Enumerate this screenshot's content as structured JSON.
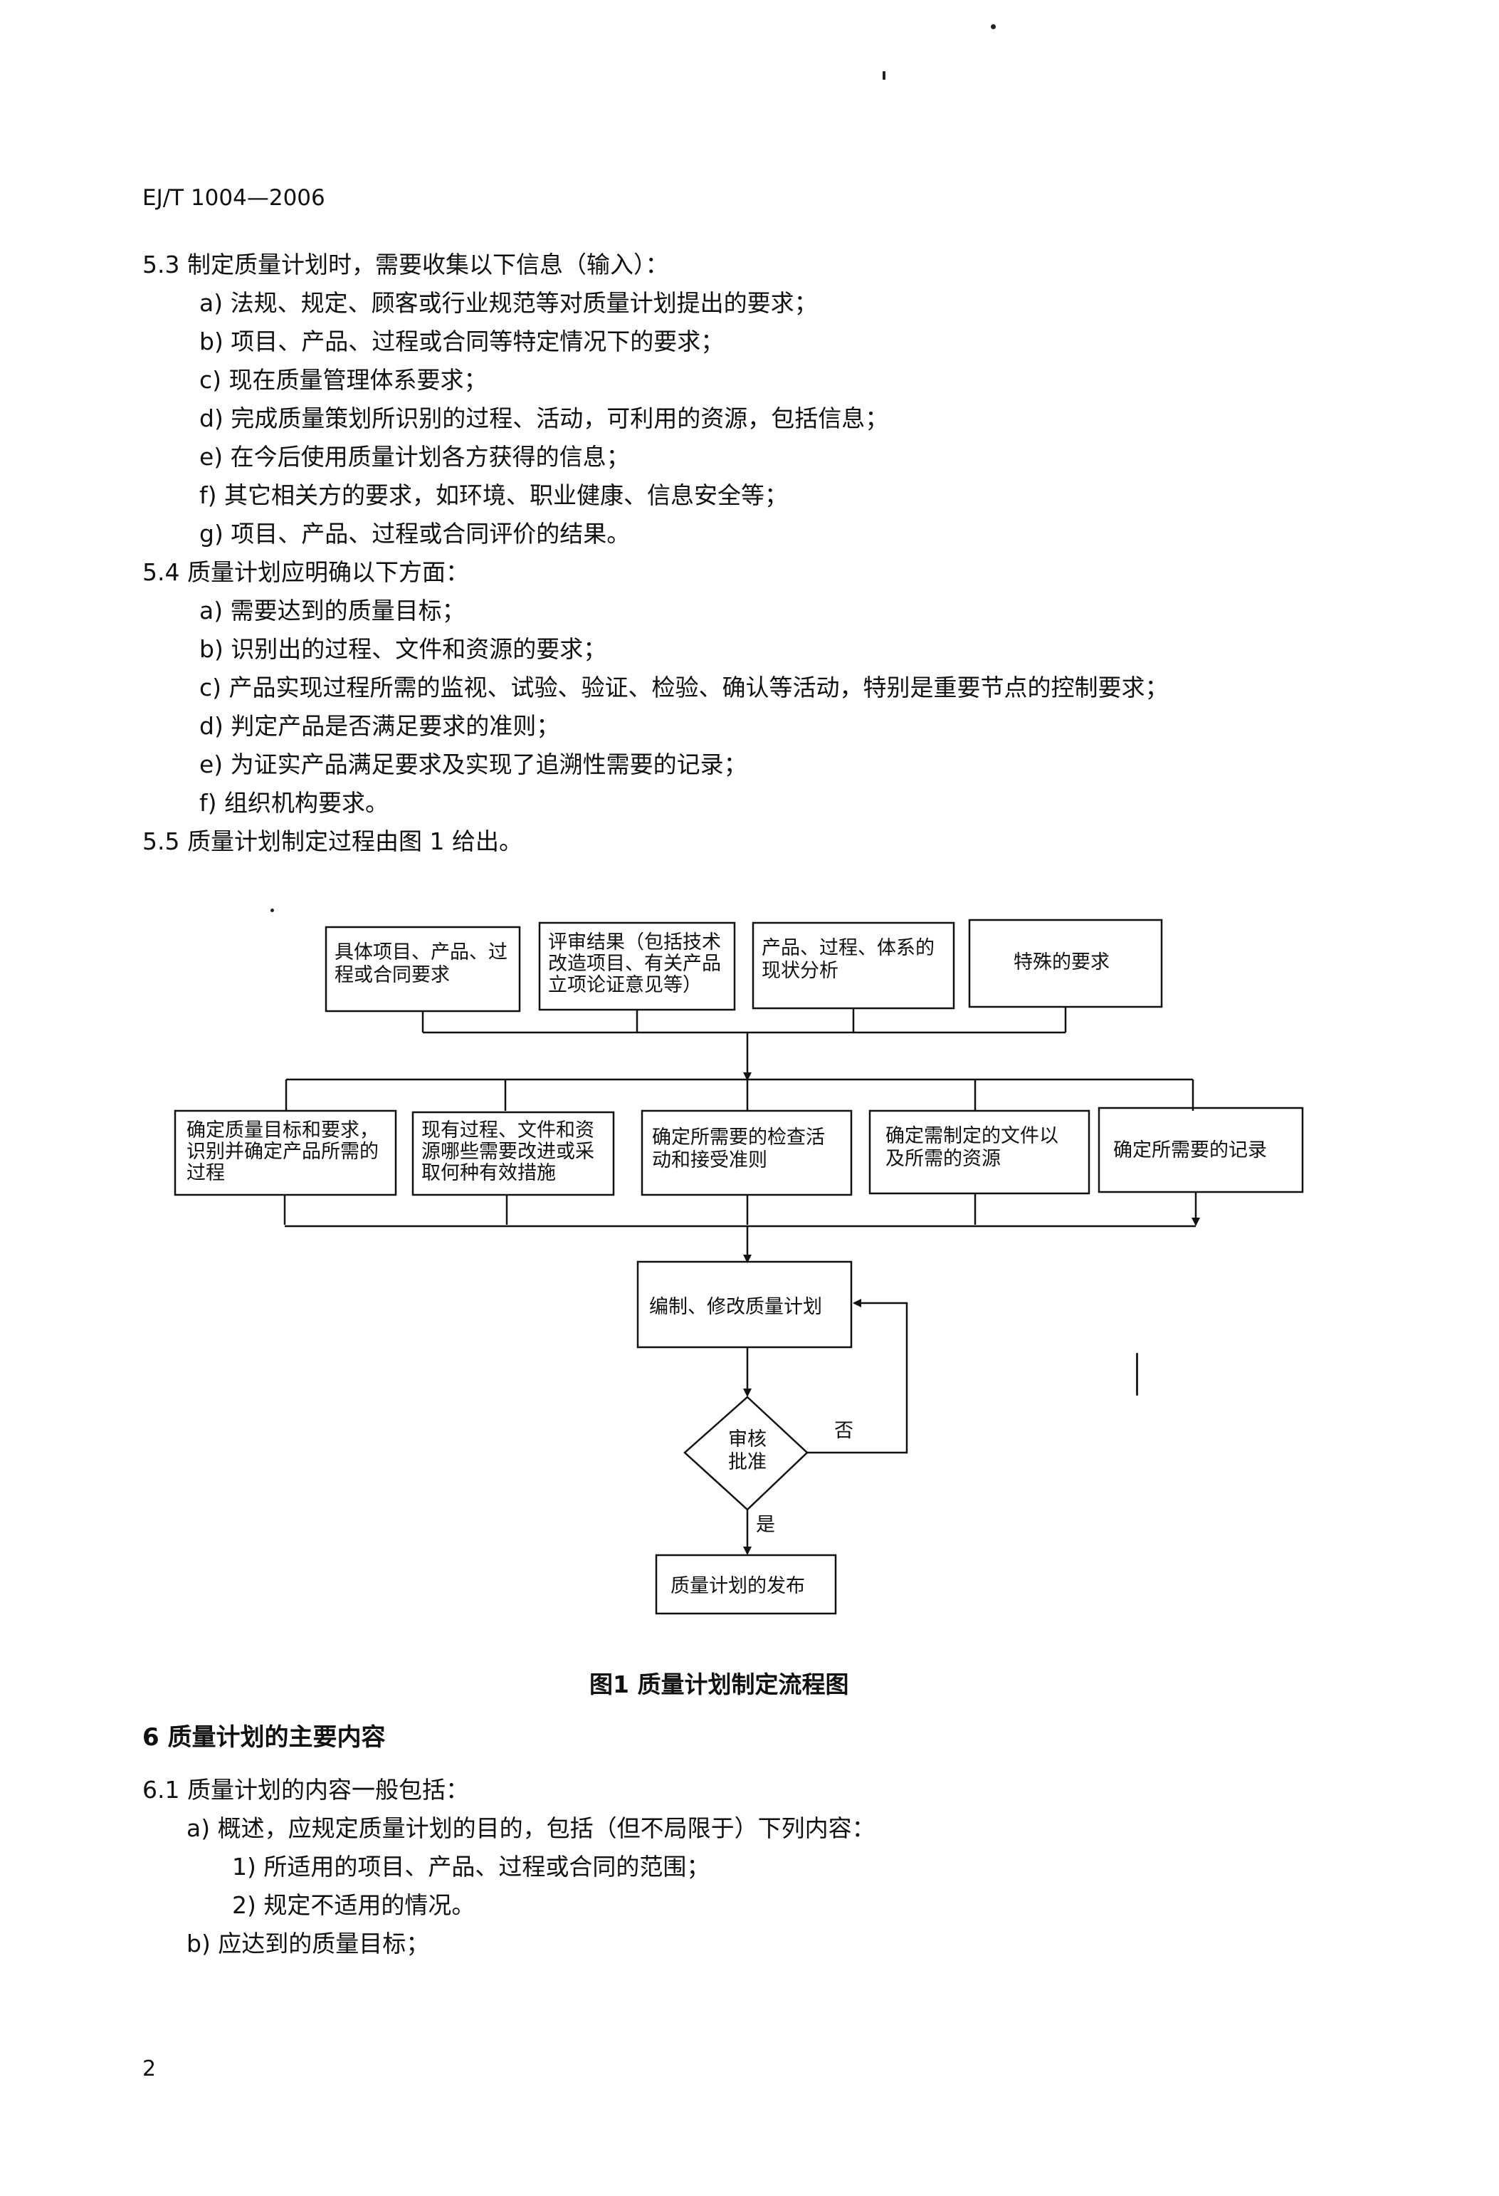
{
  "header": {
    "code": "EJ/T 1004—2006"
  },
  "sec53": {
    "title": "5.3  制定质量计划时，需要收集以下信息（输入）：",
    "items": [
      "a) 法规、规定、顾客或行业规范等对质量计划提出的要求；",
      "b) 项目、产品、过程或合同等特定情况下的要求；",
      "c) 现在质量管理体系要求；",
      "d) 完成质量策划所识别的过程、活动，可利用的资源，包括信息；",
      "e) 在今后使用质量计划各方获得的信息；",
      "f) 其它相关方的要求，如环境、职业健康、信息安全等；",
      "g) 项目、产品、过程或合同评价的结果。"
    ]
  },
  "sec54": {
    "title": "5.4  质量计划应明确以下方面：",
    "items": [
      "a) 需要达到的质量目标；",
      "b) 识别出的过程、文件和资源的要求；",
      "c) 产品实现过程所需的监视、试验、验证、检验、确认等活动，特别是重要节点的控制要求；",
      "d) 判定产品是否满足要求的准则；",
      "e) 为证实产品满足要求及实现了追溯性需要的记录；",
      "f) 组织机构要求。"
    ]
  },
  "sec55": {
    "title": "5.5  质量计划制定过程由图 1 给出。"
  },
  "flow": {
    "inputs": [
      [
        "具体项目、产品、过",
        "程或合同要求"
      ],
      [
        "评审结果（包括技术",
        "改造项目、有关产品",
        "立项论证意见等）"
      ],
      [
        "产品、过程、体系的",
        "现状分析"
      ],
      [
        "特殊的要求"
      ]
    ],
    "determine": [
      [
        "确定质量目标和要求，",
        "识别并确定产品所需的",
        "过程"
      ],
      [
        "现有过程、文件和资",
        "源哪些需要改进或采",
        "取何种有效措施"
      ],
      [
        "确定所需要的检查活",
        "动和接受准则"
      ],
      [
        "确定需制定的文件以",
        "及所需的资源"
      ],
      [
        "确定所需要的记录"
      ]
    ],
    "compile": "编制、修改质量计划",
    "review": [
      "审核",
      "批准"
    ],
    "no": "否",
    "yes": "是",
    "release": "质量计划的发布"
  },
  "figure_caption": "图1   质量计划制定流程图",
  "sec6": {
    "title": "6   质量计划的主要内容"
  },
  "sec61": {
    "title": "6.1  质量计划的内容一般包括：",
    "a": "a) 概述，应规定质量计划的目的，包括（但不局限于）下列内容：",
    "a1": "1) 所适用的项目、产品、过程或合同的范围；",
    "a2": "2) 规定不适用的情况。",
    "b": "b) 应达到的质量目标；"
  },
  "page_number": "2"
}
